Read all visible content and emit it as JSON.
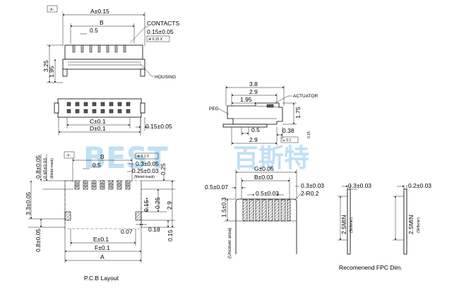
{
  "title_view": {
    "datum_x": "-X-",
    "dim_a": "A±0.15",
    "dim_b": "B",
    "pitch": "0.5",
    "contacts_label": "CONTACTS",
    "contacts_tol": "0.15±0.05",
    "gdt_x": "⊕ 0.15 X",
    "height_325": "3.25",
    "height_195": "1.95",
    "housing_label": "HOUSING"
  },
  "bottom_view": {
    "dim_c": "C±0.1",
    "dim_d": "D±0.1",
    "tol_015": "0.15±0.05"
  },
  "side_view": {
    "w_38": "3.8",
    "w_29": "2.9",
    "w_195": "1.95",
    "actuator_label": "ACTUATOR",
    "peg_label": "PEG",
    "h_175": "1.75",
    "small_015": "0.15",
    "d_05": "0.5",
    "d_038": "0.38",
    "gdt_flat": "⌓ 0.1",
    "d_29b": "2.9"
  },
  "pcb_layout": {
    "datum_y": "-Y-",
    "dim_b": "B",
    "gdt_y": "⊕ 0.1 Y",
    "tol_03": "0.3±0.05",
    "pitch": "0.5",
    "tol_025": "0.25±0.03",
    "metal_mask_1": "(Metal mask)",
    "left_08": "0.8±0.05",
    "left_065": "0.65±0.03",
    "metal_mask_2": "(Metal mask)",
    "left_33": "3.3±0.05",
    "left_08b": "0.8±0.05",
    "r_025a": "0.25",
    "r_015": "0.15",
    "r_025b": "0.25",
    "r_29": "2.9",
    "r_007": "0.07",
    "r_018": "0.18",
    "r_015b": "0.15",
    "dim_e": "E±0.1",
    "dim_f": "F±0.1",
    "dim_a": "A",
    "caption": "P.C.B Layout"
  },
  "fpc": {
    "g": "G±0.05",
    "b": "B±0.03",
    "left_05": "0.5±0.07",
    "pitch": "0.5±0.03",
    "right_03": "0.3±0.03",
    "radius": "2-R0.2",
    "uncover_dim": "1.5±0.3",
    "uncover_label": "(Uncover area)",
    "side_03": "0.3±0.03",
    "side_02": "0.2±0.03",
    "stiff_1": "2.5MIN",
    "stiff_1_note": "(Stiffener)",
    "stiff_2": "2.5MIN",
    "stiff_2_note": "(Stiffener)",
    "caption": "Recomenend FPC Dim."
  },
  "watermark": {
    "latin": "BEST",
    "cjk": "百斯特"
  }
}
